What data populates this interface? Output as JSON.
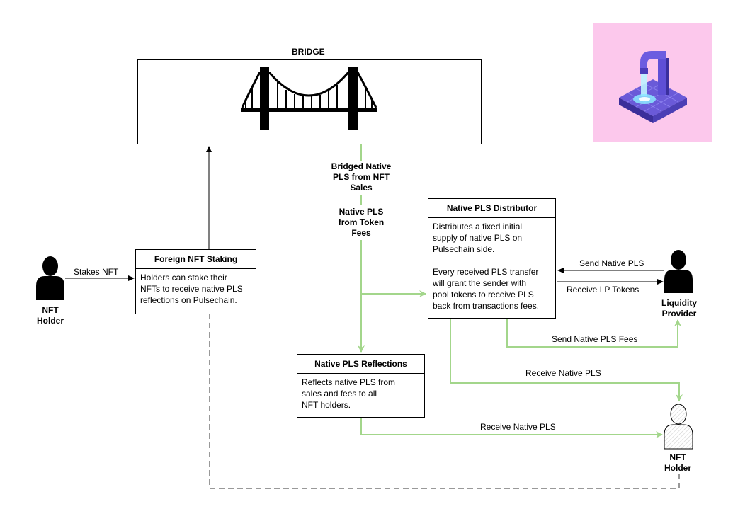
{
  "bridge": {
    "title": "BRIDGE"
  },
  "nodes": {
    "staking": {
      "title": "Foreign NFT Staking",
      "body": "Holders can stake their\nNFTs to receive native PLS\nreflections on Pulsechain."
    },
    "distributor": {
      "title": "Native PLS Distributor",
      "body": "Distributes a fixed initial\nsupply of native PLS on\nPulsechain side.\n\nEvery received PLS transfer\nwill grant the sender with\npool tokens to receive PLS\nback from transactions fees."
    },
    "reflections": {
      "title": "Native PLS Reflections",
      "body": "Reflects native PLS from\nsales and fees to all\nNFT holders."
    }
  },
  "actors": {
    "nft_holder_left": "NFT\nHolder",
    "liquidity_provider": "Liquidity\nProvider",
    "nft_holder_right": "NFT\nHolder"
  },
  "edge_labels": {
    "stakes_nft": "Stakes NFT",
    "bridged_native": "Bridged Native\nPLS from NFT\nSales",
    "native_token_fees": "Native PLS\nfrom Token\nFees",
    "send_native_pls": "Send Native PLS",
    "receive_lp_tokens": "Receive LP Tokens",
    "send_native_pls_fees": "Send Native PLS Fees",
    "receive_native_pls_1": "Receive Native PLS",
    "receive_native_pls_2": "Receive Native PLS"
  },
  "colors": {
    "green_flow": "#a3d68b",
    "black_flow": "#000000",
    "dashed": "#999999",
    "logo_bg": "#fcc8ec"
  }
}
